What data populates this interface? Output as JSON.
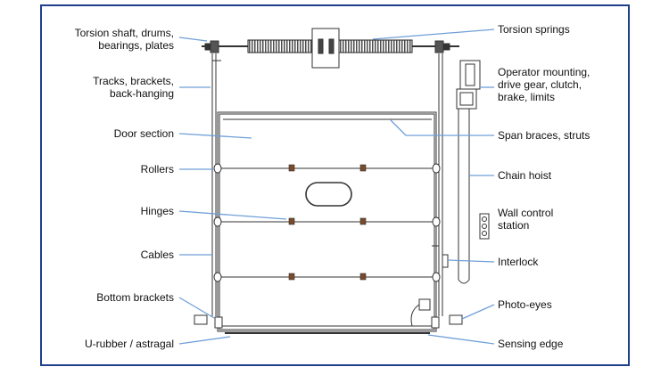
{
  "labels_left": [
    {
      "key": "torsion-shaft",
      "text": "Torsion shaft, drums,\nbearings, plates"
    },
    {
      "key": "tracks",
      "text": "Tracks, brackets,\nback-hanging"
    },
    {
      "key": "door-section",
      "text": "Door section"
    },
    {
      "key": "rollers",
      "text": "Rollers"
    },
    {
      "key": "hinges",
      "text": "Hinges"
    },
    {
      "key": "cables",
      "text": "Cables"
    },
    {
      "key": "bottom-brackets",
      "text": "Bottom brackets"
    },
    {
      "key": "u-rubber",
      "text": "U-rubber / astragal"
    }
  ],
  "labels_right": [
    {
      "key": "torsion-springs",
      "text": "Torsion springs"
    },
    {
      "key": "operator",
      "text": "Operator mounting,\ndrive gear, clutch,\nbrake, limits"
    },
    {
      "key": "span-braces",
      "text": "Span braces, struts"
    },
    {
      "key": "chain-hoist",
      "text": "Chain hoist"
    },
    {
      "key": "wall-control",
      "text": "Wall control\nstation"
    },
    {
      "key": "interlock",
      "text": "Interlock"
    },
    {
      "key": "photo-eyes",
      "text": "Photo-eyes"
    },
    {
      "key": "sensing-edge",
      "text": "Sensing edge"
    }
  ],
  "colors": {
    "frame": "#1f3f8a",
    "leader": "#6f9fd8",
    "drawing": "#333333"
  }
}
